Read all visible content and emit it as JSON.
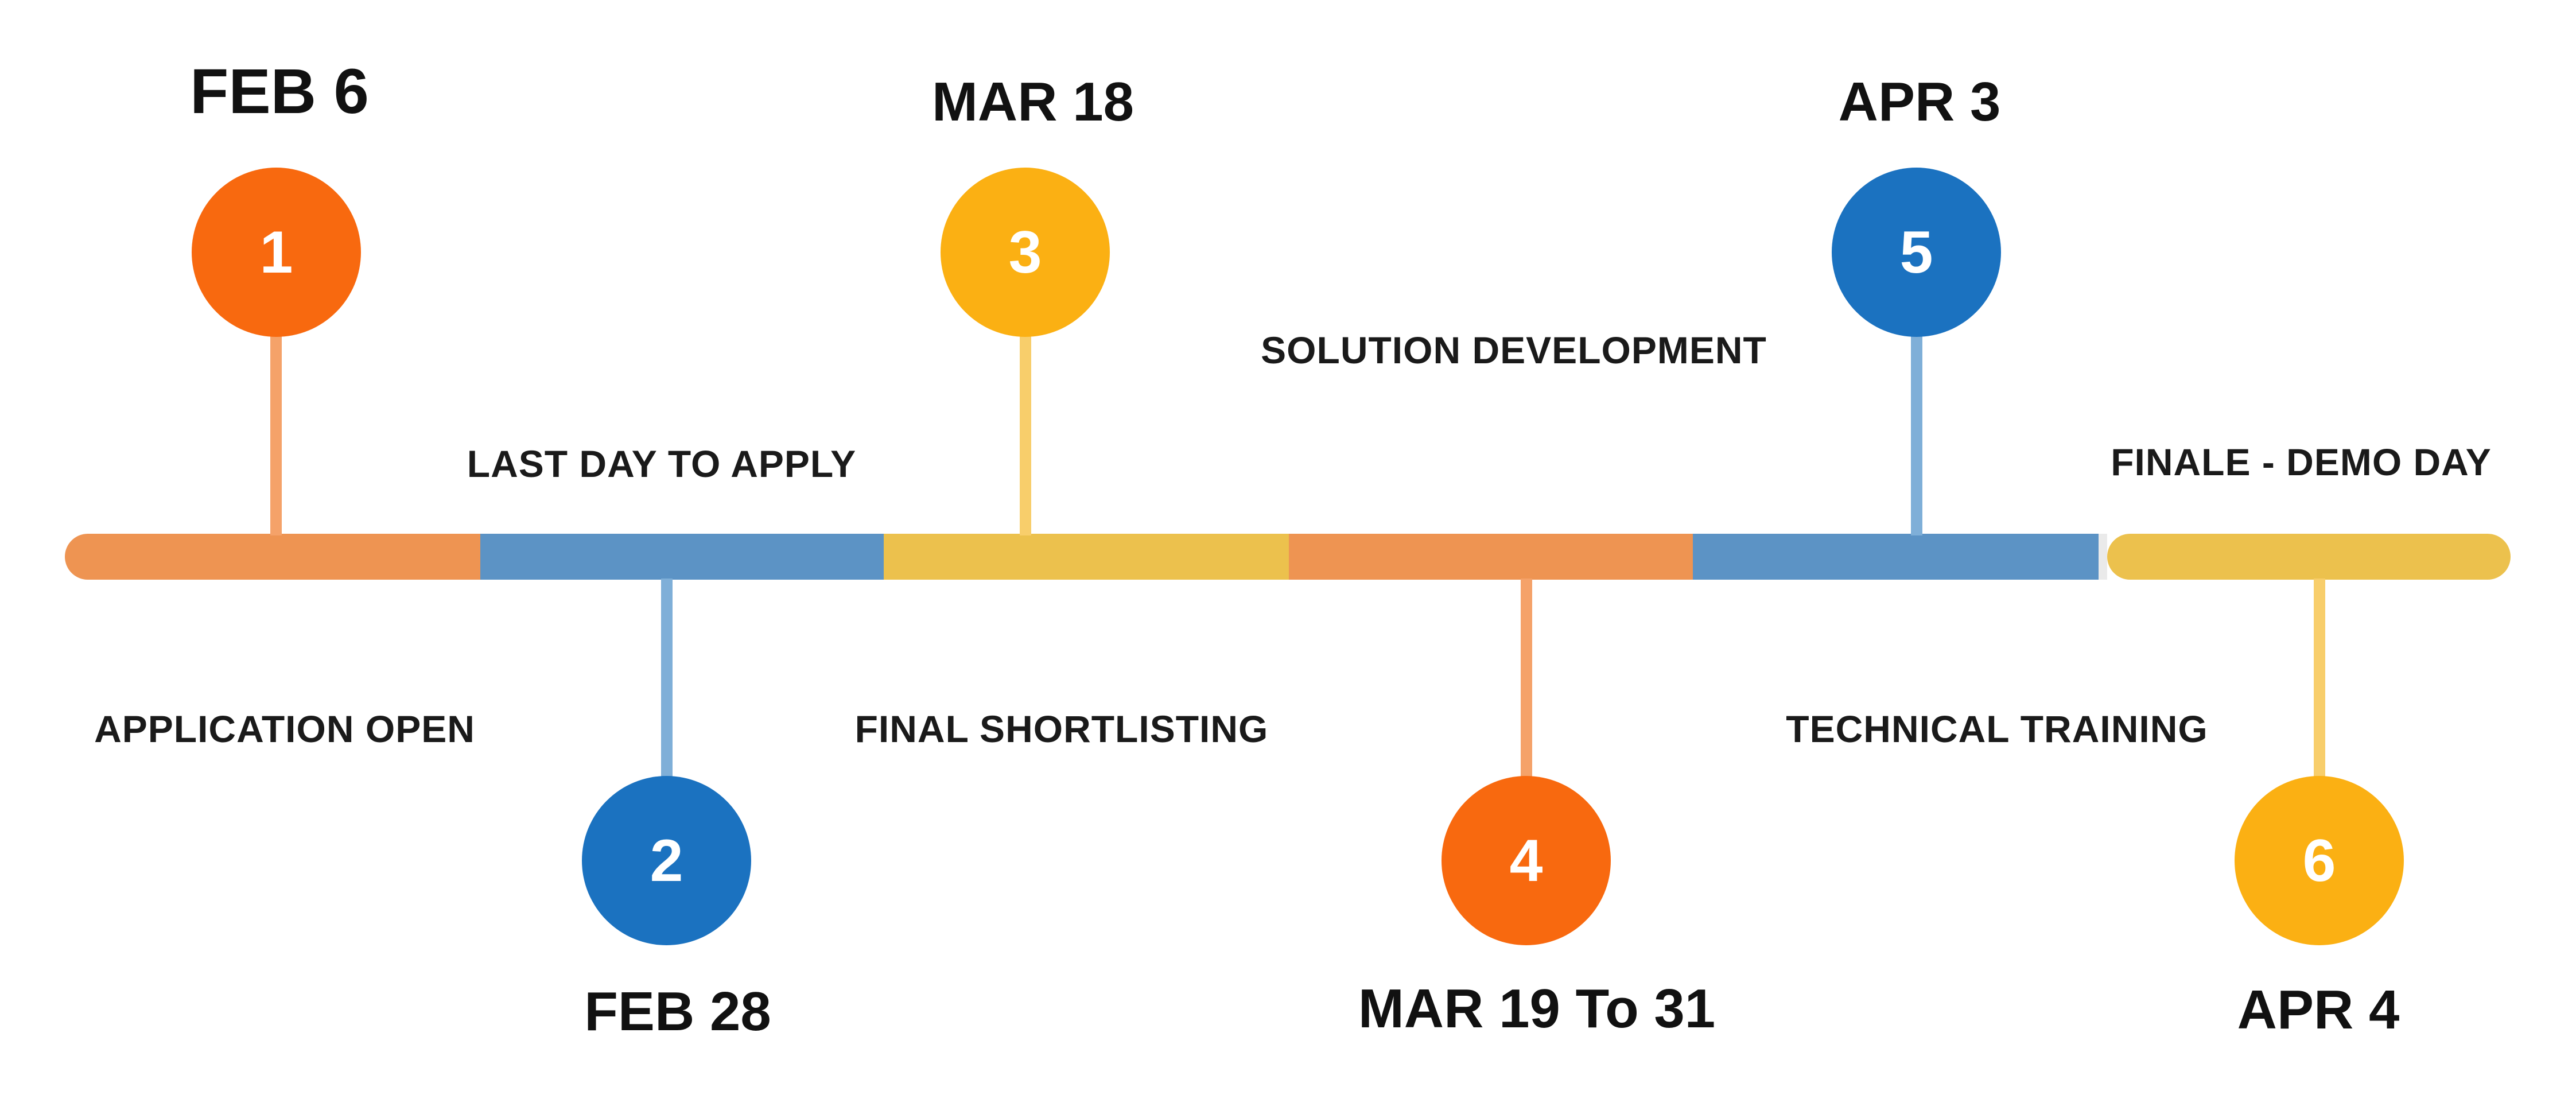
{
  "palette": {
    "background": "#FFFFFF",
    "text": "#111111",
    "orange": "#F8690F",
    "orange_light": "#F5A269",
    "orange_muted": "#EE9452",
    "blue": "#1B72C0",
    "blue_light": "#7FAFD8",
    "blue_muted": "#5C93C5",
    "amber": "#FBB013",
    "amber_light": "#F8CE6B",
    "amber_muted": "#ECC14D",
    "bar_gap": "#EAEAEA"
  },
  "bar": {
    "segment_colors": [
      "#EE9452",
      "#5C93C5",
      "#ECC14D",
      "#EE9452",
      "#5C93C5",
      "#ECC14D"
    ]
  },
  "milestones": [
    {
      "number": "1",
      "date": "FEB 6",
      "label": "APPLICATION OPEN",
      "circle_color": "#F8690F",
      "circle_position": "above-bar"
    },
    {
      "number": "2",
      "date": "FEB 28",
      "label": "LAST DAY TO APPLY",
      "circle_color": "#1B72C0",
      "circle_position": "below-bar"
    },
    {
      "number": "3",
      "date": "MAR 18",
      "label": "FINAL SHORTLISTING",
      "circle_color": "#FBB013",
      "circle_position": "above-bar"
    },
    {
      "number": "4",
      "date": "MAR 19 To 31",
      "label": "SOLUTION DEVELOPMENT",
      "circle_color": "#F8690F",
      "circle_position": "below-bar"
    },
    {
      "number": "5",
      "date": "APR 3",
      "label": "TECHNICAL TRAINING",
      "circle_color": "#1B72C0",
      "circle_position": "above-bar"
    },
    {
      "number": "6",
      "date": "APR 4",
      "label": "FINALE - DEMO DAY",
      "circle_color": "#FBB013",
      "circle_position": "below-bar"
    }
  ]
}
